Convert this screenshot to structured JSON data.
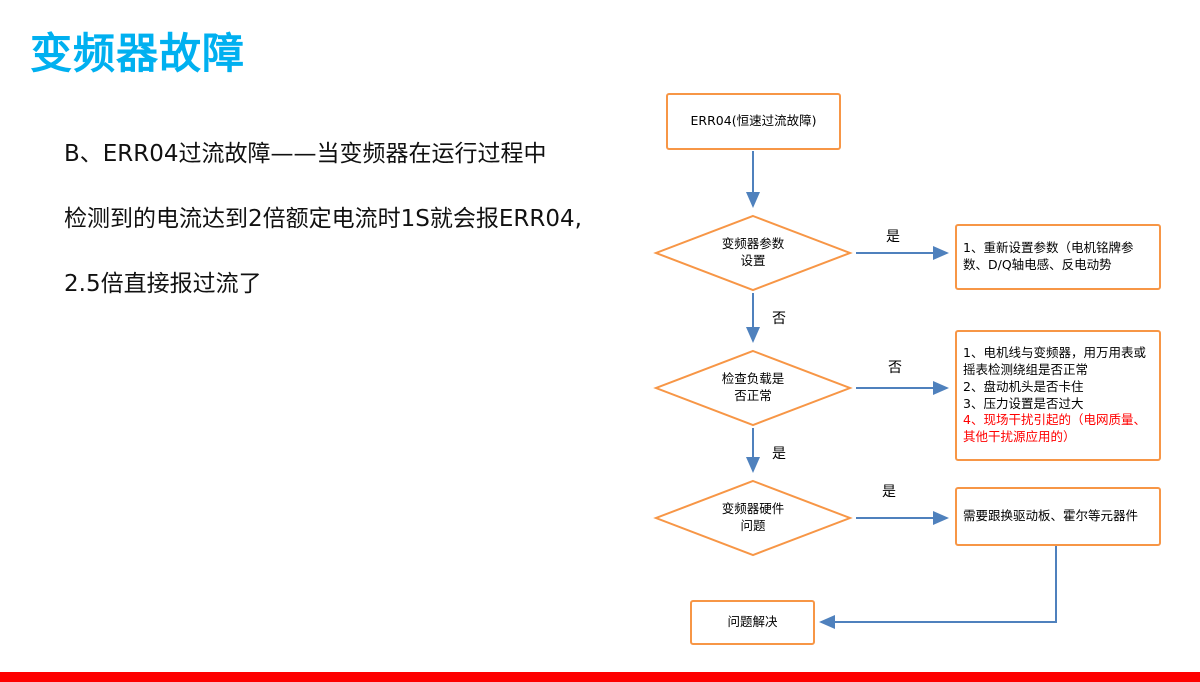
{
  "slide": {
    "title": "变频器故障",
    "description": [
      "B、ERR04过流故障——当变频器在运行过程中",
      "检测到的电流达到2倍额定电流时1S就会报ERR04,",
      "2.5倍直接报过流了"
    ]
  },
  "flowchart": {
    "start": "ERR04(恒速过流故障)",
    "end": "问题解决",
    "decisions": [
      {
        "label": "变频器参数\n设置"
      },
      {
        "label": "检查负载是\n否正常"
      },
      {
        "label": "变频器硬件\n问题"
      }
    ],
    "actions": [
      {
        "text": "1、重新设置参数（电机铭牌参数、D/Q轴电感、反电动势"
      },
      {
        "lines": [
          "1、电机线与变频器，用万用表或摇表检测绕组是否正常",
          "2、盘动机头是否卡住",
          "3、压力设置是否过大",
          "4、现场干扰引起的（电网质量、其他干扰源应用的）"
        ]
      },
      {
        "text": "需要跟换驱动板、霍尔等元器件"
      }
    ],
    "labels": {
      "d1_yes": "是",
      "d1_no": "否",
      "d2_no": "否",
      "d2_yes": "是",
      "d3_yes": "是"
    }
  },
  "colors": {
    "title": "#00B0F0",
    "shape_border": "#F79646",
    "arrow": "#4F81BD",
    "highlight_text": "#FF0000",
    "footer_bar": "#FE0000"
  }
}
